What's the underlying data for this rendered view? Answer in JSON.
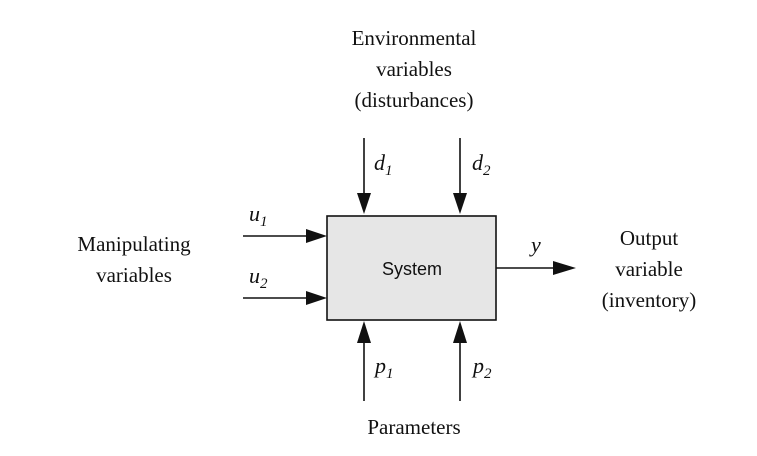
{
  "colors": {
    "background": "#ffffff",
    "box_fill": "#e6e6e6",
    "stroke": "#111111"
  },
  "system": {
    "label": "System"
  },
  "disturbances": {
    "title_line1": "Environmental",
    "title_line2": "variables",
    "title_line3": "(disturbances)",
    "inputs": [
      {
        "symbol": "d",
        "subscript": "1"
      },
      {
        "symbol": "d",
        "subscript": "2"
      }
    ]
  },
  "manipulating": {
    "title_line1": "Manipulating",
    "title_line2": "variables",
    "inputs": [
      {
        "symbol": "u",
        "subscript": "1"
      },
      {
        "symbol": "u",
        "subscript": "2"
      }
    ]
  },
  "output": {
    "symbol": "y",
    "title_line1": "Output",
    "title_line2": "variable",
    "title_line3": "(inventory)"
  },
  "parameters": {
    "title": "Parameters",
    "inputs": [
      {
        "symbol": "p",
        "subscript": "1"
      },
      {
        "symbol": "p",
        "subscript": "2"
      }
    ]
  }
}
